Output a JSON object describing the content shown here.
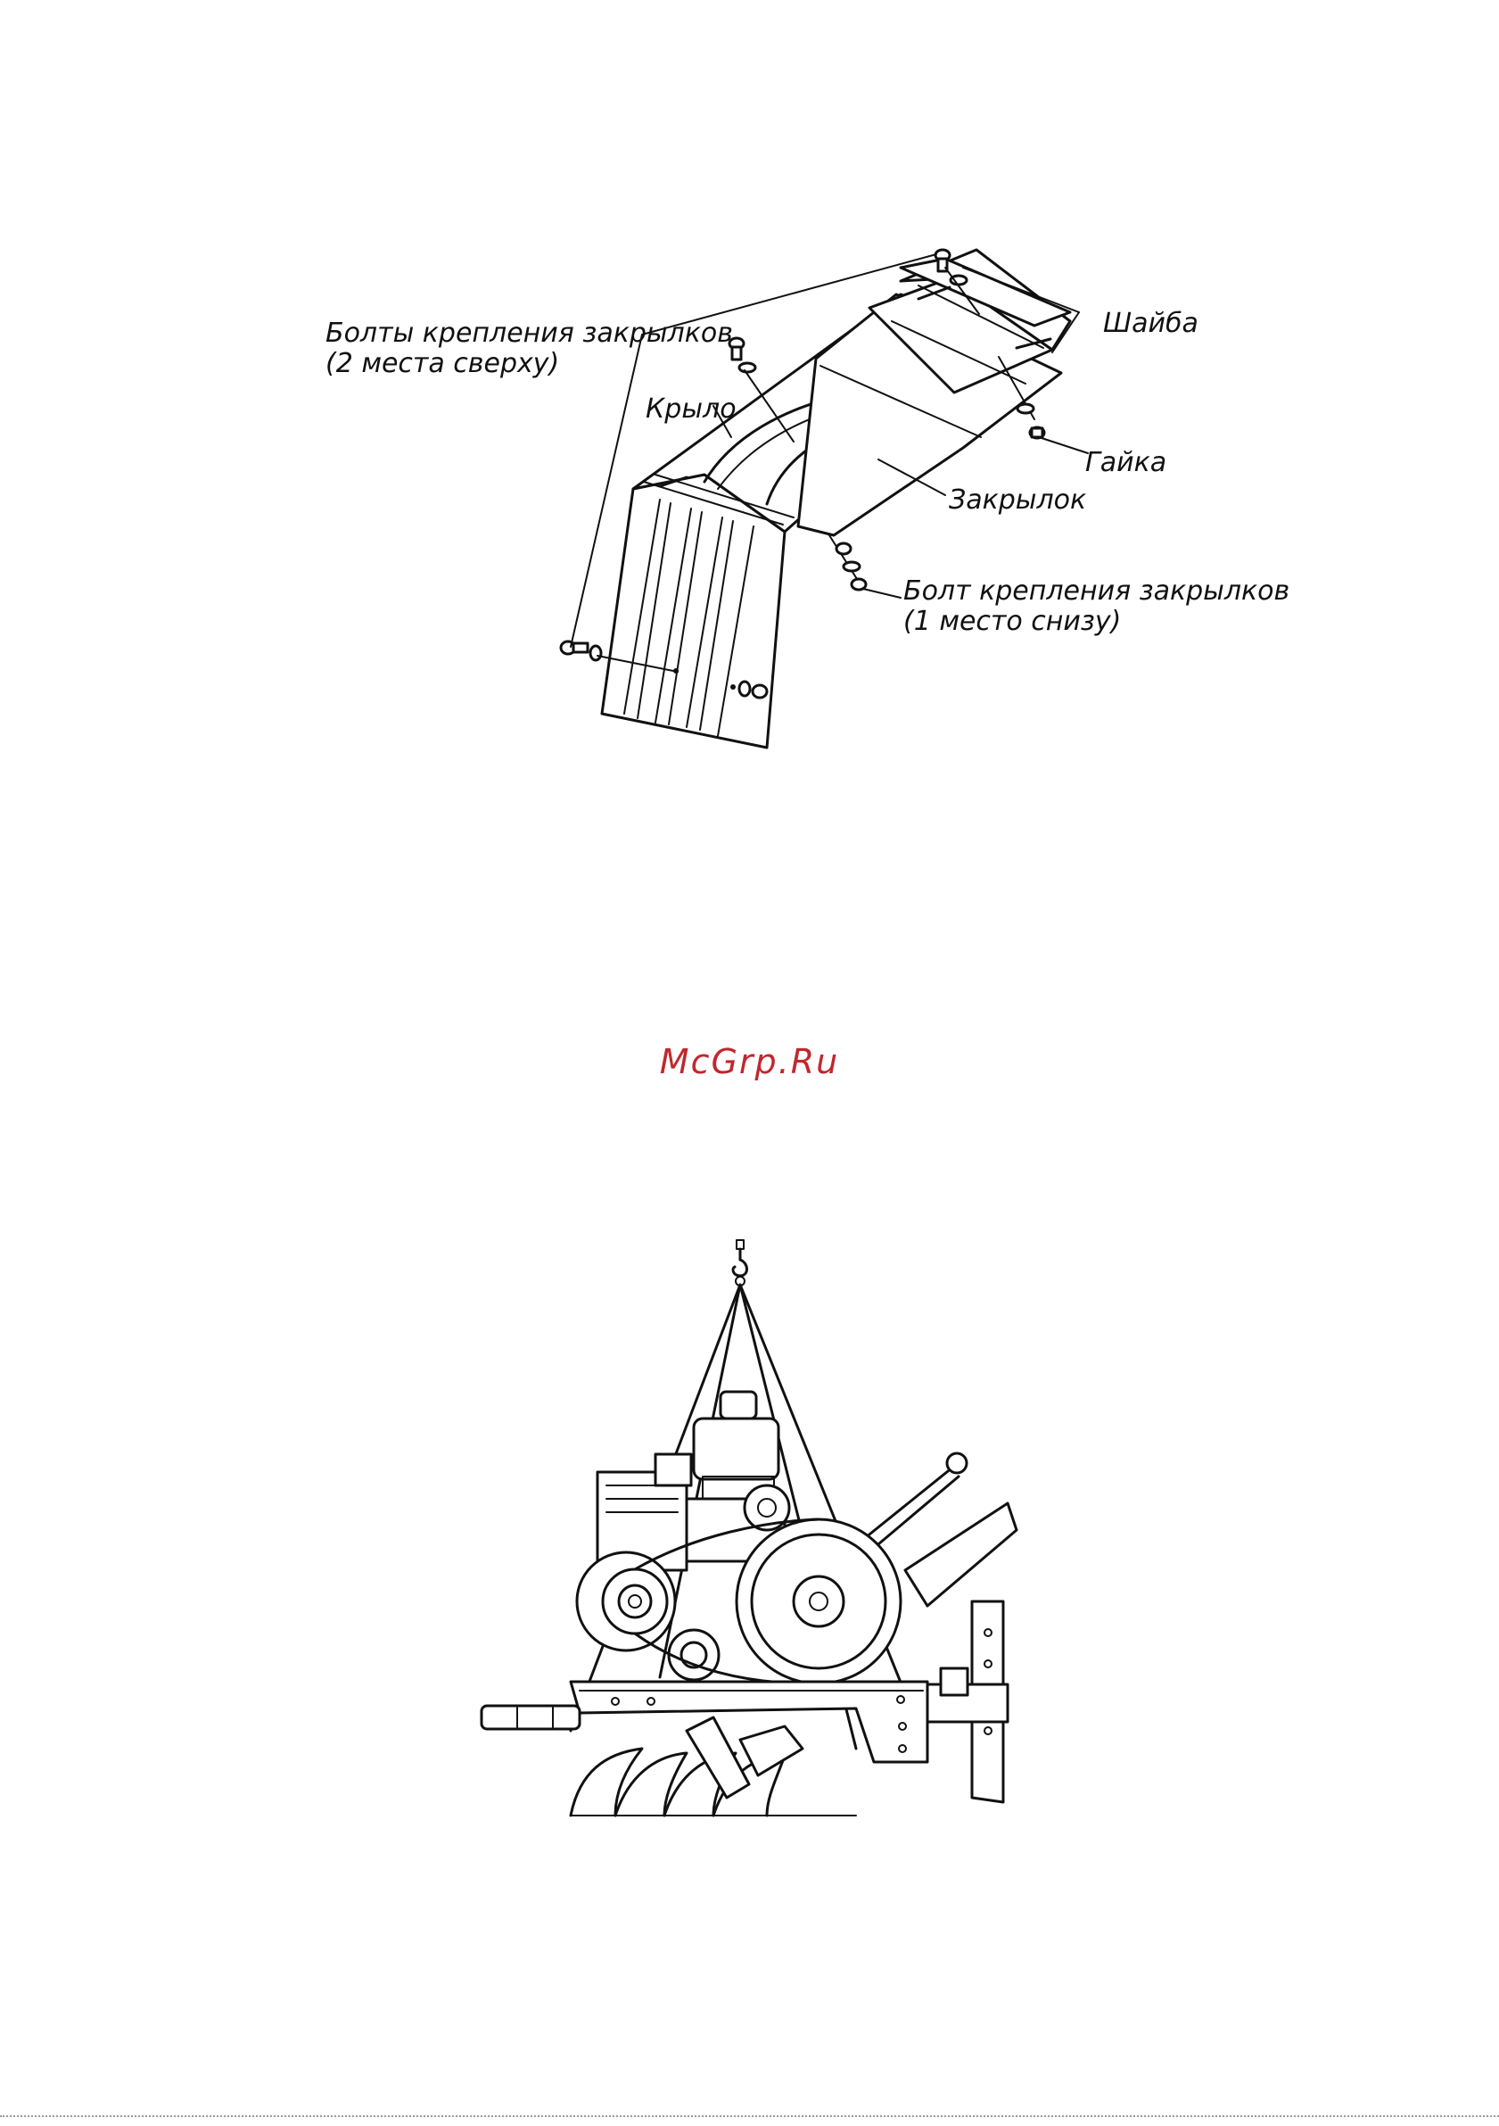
{
  "fender_diagram": {
    "labels": {
      "top_bolts_line1": "Болты крепления закрылков",
      "top_bolts_line2": "(2 места сверху)",
      "washer": "Шайба",
      "wing": "Крыло",
      "nut": "Гайка",
      "flap": "Закрылок",
      "bottom_bolt_line1": "Болт крепления закрылков",
      "bottom_bolt_line2": "(1 место снизу)"
    }
  },
  "watermark": {
    "text": "McGrp.Ru",
    "color": "#c0282d"
  },
  "lifting_diagram": {
    "icons": [
      "crane-hook-icon"
    ]
  }
}
